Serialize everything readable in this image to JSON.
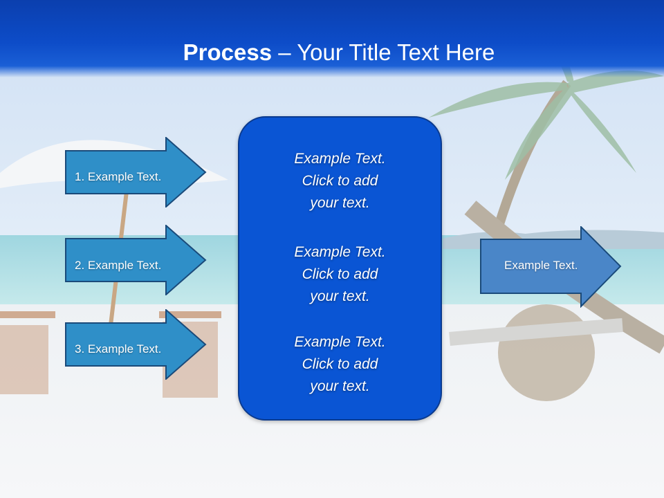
{
  "title": {
    "bold": "Process",
    "rest": " – Your Title Text Here"
  },
  "left_arrows": [
    {
      "label": "1. Example Text."
    },
    {
      "label": "2. Example Text."
    },
    {
      "label": "3. Example Text."
    }
  ],
  "center_box": {
    "paragraphs": [
      {
        "lines": [
          "Example Text.",
          "Click  to add",
          "your text."
        ]
      },
      {
        "lines": [
          "Example Text.",
          "Click  to add",
          "your text."
        ]
      },
      {
        "lines": [
          "Example Text.",
          "Click  to add",
          "your text."
        ]
      }
    ]
  },
  "right_arrow": {
    "label": "Example Text."
  },
  "colors": {
    "header_blue": "#0d4cc8",
    "arrow_blue": "#2f8fc8",
    "box_blue": "#0a55d4",
    "right_arrow_blue": "#4a86c8"
  }
}
